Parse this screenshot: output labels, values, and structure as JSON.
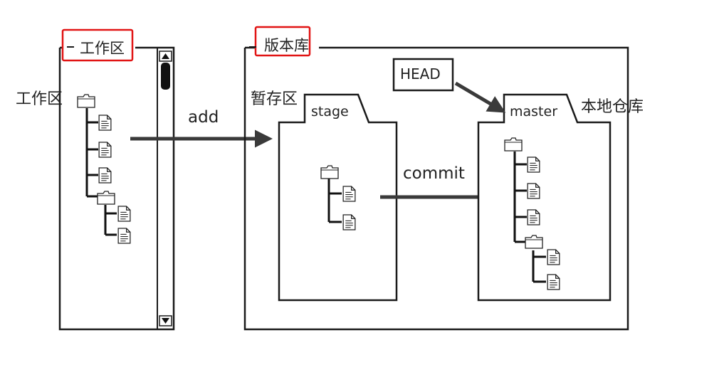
{
  "workspace": {
    "frame_label": "工作区",
    "side_label": "工作区",
    "has_scrollbar": true,
    "scroll_up_icon": "triangle-up",
    "scroll_down_icon": "triangle-down"
  },
  "repository": {
    "frame_label": "版本库",
    "stage_side_label": "暂存区",
    "master_side_label": "本地仓库",
    "stage_folder_label": "stage",
    "master_folder_label": "master",
    "head_label": "HEAD"
  },
  "arrows": {
    "add_label": "add",
    "commit_label": "commit"
  },
  "colors": {
    "highlight": "#e11414",
    "line": "#1a1a1a",
    "arrow": "#3a3a3a"
  },
  "icons": {
    "folder": "folder-icon",
    "file": "file-icon"
  }
}
